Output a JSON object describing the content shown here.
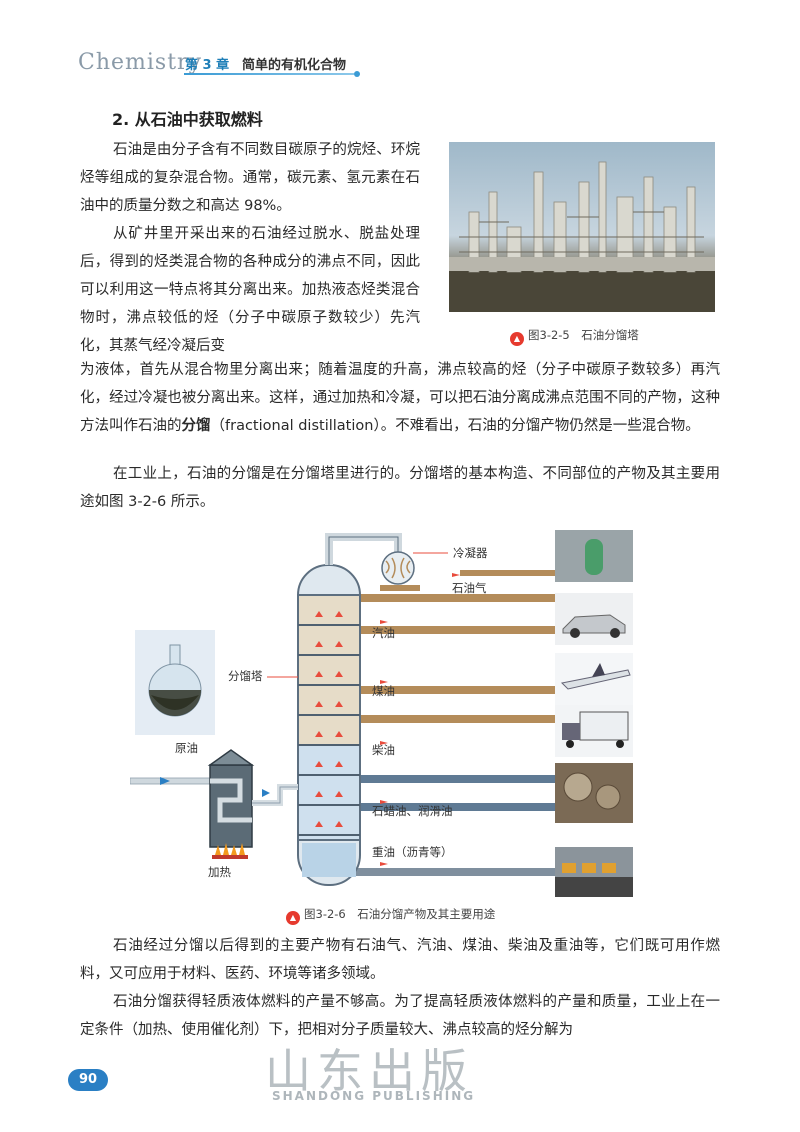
{
  "header": {
    "book": "Chemistry",
    "chapter": "第 3 章",
    "chapter_title": "简单的有机化合物"
  },
  "section_title": "2. 从石油中获取燃料",
  "paragraphs": {
    "p1": "石油是由分子含有不同数目碳原子的烷烃、环烷烃等组成的复杂混合物。通常，碳元素、氢元素在石油中的质量分数之和高达 98%。",
    "p2": "从矿井里开采出来的石油经过脱水、脱盐处理后，得到的烃类混合物的各种成分的沸点不同，因此可以利用这一特点将其分离出来。加热液态烃类混合物时，沸点较低的烃（分子中碳原子数较少）先汽化，其蒸气经冷凝后变",
    "p2b_pre": "为液体，首先从混合物里分离出来；随着温度的升高，沸点较高的烃（分子中碳原子数较多）再汽化，经过冷凝也被分离出来。这样，通过加热和冷凝，可以把石油分离成沸点范围不同的产物，这种方法叫作石油的",
    "p2b_kw": "分馏",
    "p2b_post": "（fractional distillation）。不难看出，石油的分馏产物仍然是一些混合物。",
    "p3": "在工业上，石油的分馏是在分馏塔里进行的。分馏塔的基本构造、不同部位的产物及其主要用途如图 3-2-6 所示。",
    "p4": "石油经过分馏以后得到的主要产物有石油气、汽油、煤油、柴油及重油等，它们既可用作燃料，又可应用于材料、医药、环境等诸多领域。",
    "p5": "石油分馏获得轻质液体燃料的产量不够高。为了提高轻质液体燃料的产量和质量，工业上在一定条件（加热、使用催化剂）下，把相对分子质量较大、沸点较高的烃分解为"
  },
  "figure1": {
    "caption": "图3-2-5　石油分馏塔"
  },
  "figure2": {
    "caption": "图3-2-6　石油分馏产物及其主要用途",
    "labels": {
      "condenser": "冷凝器",
      "gas": "石油气",
      "gasoline": "汽油",
      "tower": "分馏塔",
      "kerosene": "煤油",
      "crude": "原油",
      "diesel": "柴油",
      "wax": "石蜡油、润滑油",
      "heavy": "重油（沥青等）",
      "heating": "加热"
    }
  },
  "page_number": "90",
  "watermark": {
    "cn": "山东出版",
    "en": "SHANDONG PUBLISHING"
  },
  "colors": {
    "accent_blue": "#2a7fc4",
    "caption_red": "#e63a2e"
  }
}
